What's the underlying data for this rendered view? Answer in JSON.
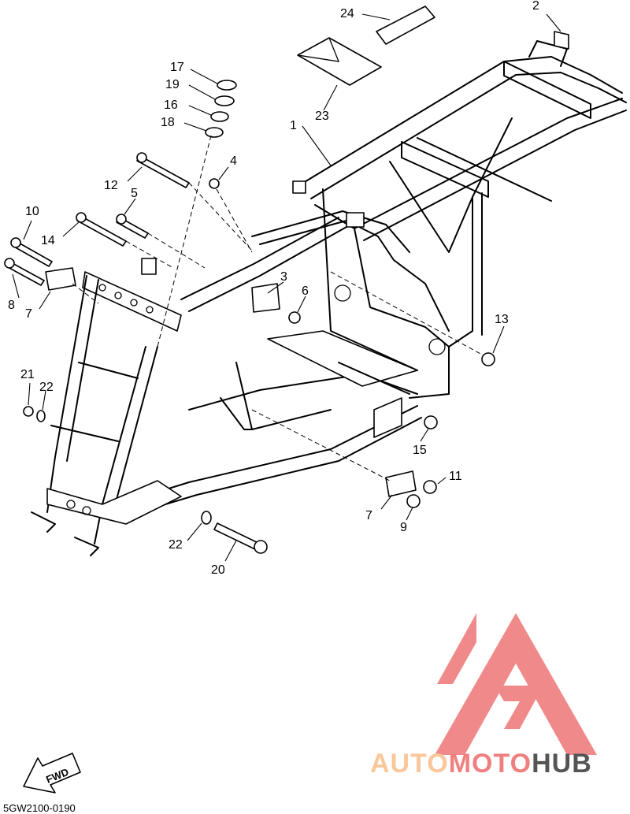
{
  "diagram": {
    "part_code": "5GW2100-0190",
    "fwd_label": "FWD",
    "callouts": [
      {
        "id": "c1",
        "text": "1"
      },
      {
        "id": "c2",
        "text": "2"
      },
      {
        "id": "c3",
        "text": "3"
      },
      {
        "id": "c4",
        "text": "4"
      },
      {
        "id": "c5",
        "text": "5"
      },
      {
        "id": "c6",
        "text": "6"
      },
      {
        "id": "c7a",
        "text": "7"
      },
      {
        "id": "c7b",
        "text": "7"
      },
      {
        "id": "c8",
        "text": "8"
      },
      {
        "id": "c9",
        "text": "9"
      },
      {
        "id": "c10",
        "text": "10"
      },
      {
        "id": "c11",
        "text": "11"
      },
      {
        "id": "c12",
        "text": "12"
      },
      {
        "id": "c13",
        "text": "13"
      },
      {
        "id": "c14",
        "text": "14"
      },
      {
        "id": "c15",
        "text": "15"
      },
      {
        "id": "c16",
        "text": "16"
      },
      {
        "id": "c17",
        "text": "17"
      },
      {
        "id": "c18",
        "text": "18"
      },
      {
        "id": "c19",
        "text": "19"
      },
      {
        "id": "c20",
        "text": "20"
      },
      {
        "id": "c21",
        "text": "21"
      },
      {
        "id": "c22a",
        "text": "22"
      },
      {
        "id": "c22b",
        "text": "22"
      },
      {
        "id": "c23",
        "text": "23"
      },
      {
        "id": "c24",
        "text": "24"
      }
    ]
  },
  "watermark": {
    "word_a": "AUTO",
    "word_b": "MOTO",
    "word_c": "HUB",
    "color_light": "#f9c79a",
    "color_red": "#f08080",
    "color_dark": "#555555"
  }
}
